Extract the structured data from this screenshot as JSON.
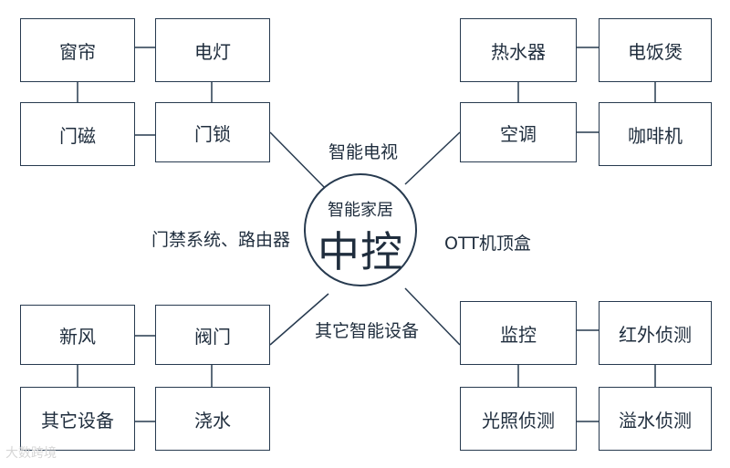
{
  "hub": {
    "subtitle": "智能家居",
    "title": "中控"
  },
  "labels": {
    "top": "智能电视",
    "left": "门禁系统、路由器",
    "right": "OTT机顶盒",
    "bottom": "其它智能设备"
  },
  "groups": {
    "top_left": {
      "boxes": [
        "窗帘",
        "电灯",
        "门磁",
        "门锁"
      ]
    },
    "top_right": {
      "boxes": [
        "热水器",
        "电饭煲",
        "空调",
        "咖啡机"
      ]
    },
    "bottom_left": {
      "boxes": [
        "新风",
        "阀门",
        "其它设备",
        "浇水"
      ]
    },
    "bottom_right": {
      "boxes": [
        "监控",
        "红外侦测",
        "光照侦测",
        "溢水侦测"
      ]
    }
  },
  "watermark": "大数跨境",
  "colors": {
    "line": "#273a4f",
    "text": "#1f2d3d"
  }
}
